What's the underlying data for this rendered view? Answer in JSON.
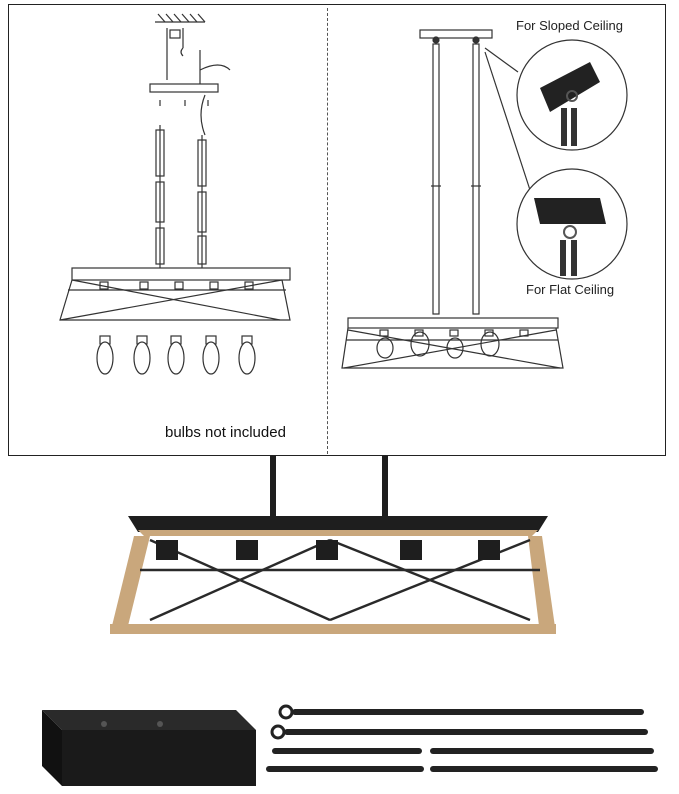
{
  "diagram": {
    "caption": "bulbs not included",
    "sloped_label": "For Sloped Ceiling",
    "flat_label": "For Flat Ceiling"
  },
  "colors": {
    "line": "#333333",
    "frame_wood": "#c9a77c",
    "metal": "#1e1e1e"
  }
}
